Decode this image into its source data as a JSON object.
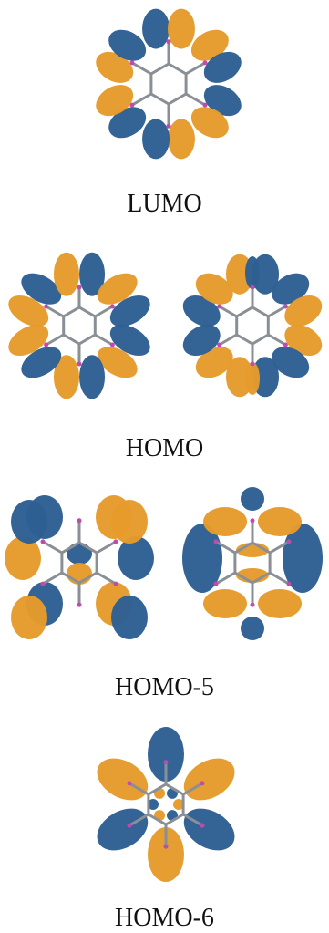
{
  "colors": {
    "positive": "#e59b2b",
    "negative": "#2d5f93",
    "bond": "#8a8f95",
    "atom": "#c04bb0"
  },
  "figure": {
    "panels": [
      {
        "id": "lumo",
        "label": "LUMO",
        "orbitals": [
          "lumo-a"
        ]
      },
      {
        "id": "homo",
        "label": "HOMO",
        "orbitals": [
          "homo-a",
          "homo-b"
        ]
      },
      {
        "id": "homo-5",
        "label": "HOMO-5",
        "orbitals": [
          "homo5-a",
          "homo5-b"
        ]
      },
      {
        "id": "homo-6",
        "label": "HOMO-6",
        "orbitals": [
          "homo6-a"
        ]
      }
    ]
  }
}
